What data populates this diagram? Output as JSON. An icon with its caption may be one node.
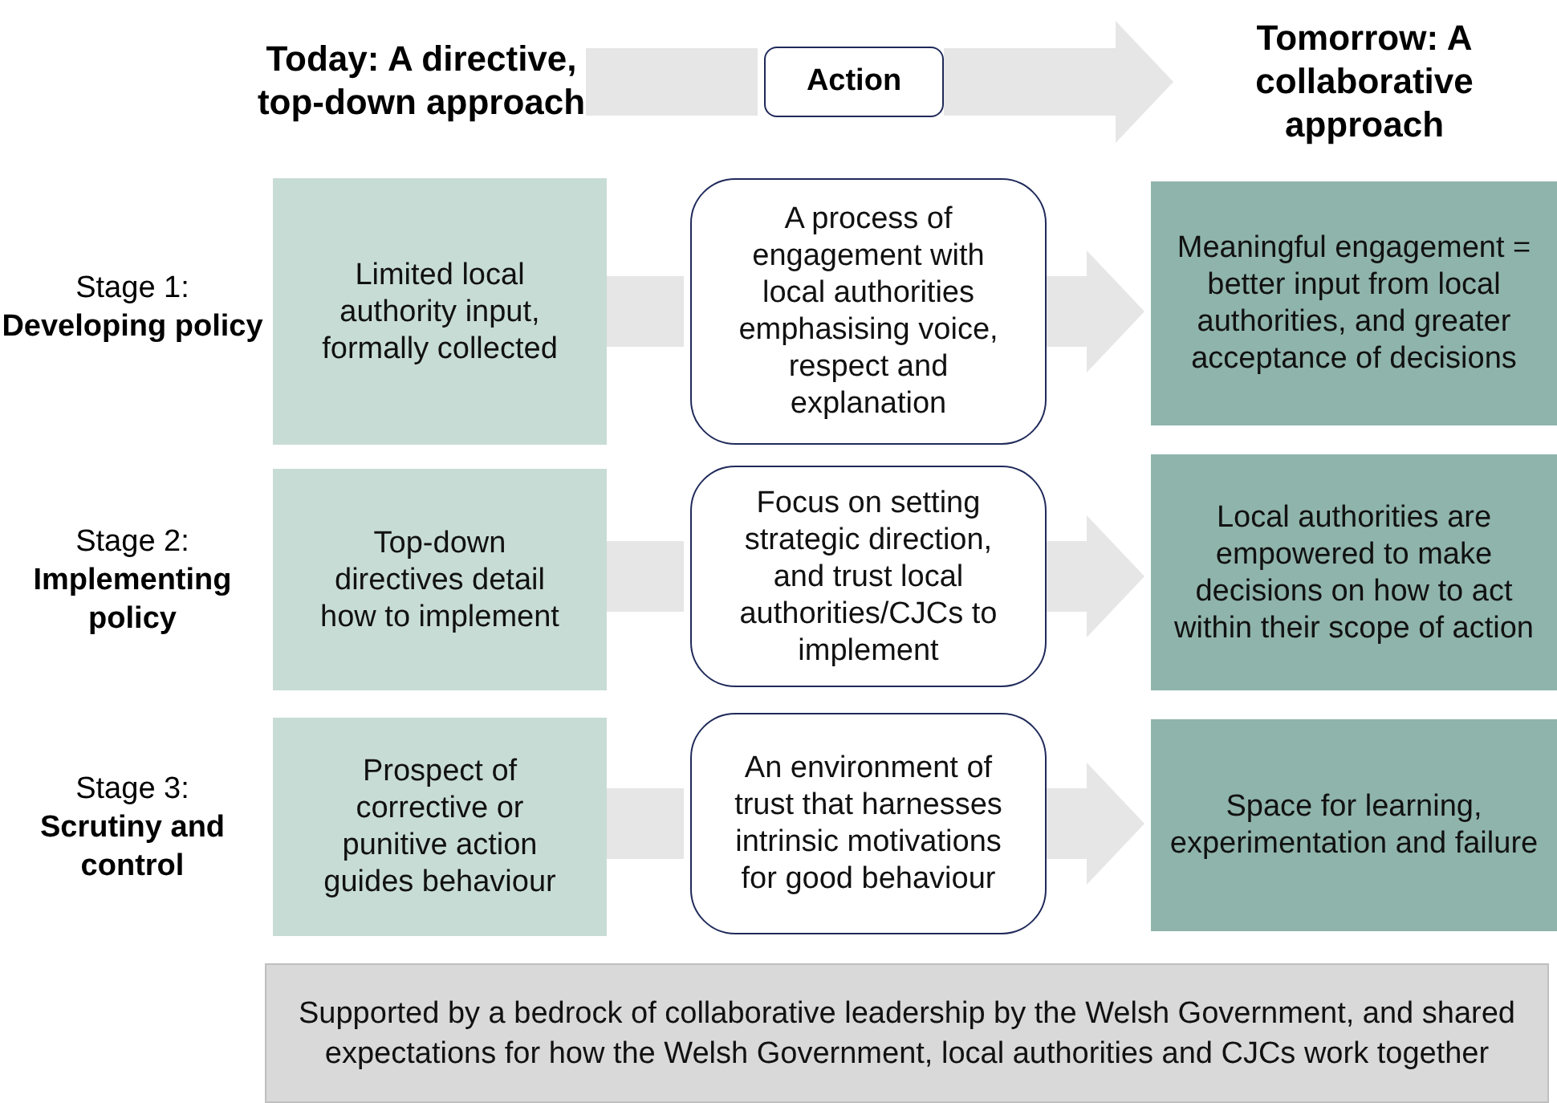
{
  "diagram": {
    "nodes": [
      {
        "text": [
          "Today: A directive, top-down approach"
        ]
      },
      {
        "text": [
          "Action"
        ]
      },
      {
        "text": [
          "Tomorrow: A collaborative approach"
        ]
      },
      {
        "text": [
          "Limited local authority input, formally collected"
        ]
      },
      {
        "text": [
          "A process of engagement with local authorities emphasising voice, respect and explanation"
        ]
      },
      {
        "text": [
          "Meaningful engagement = better input from local authorities, and greater acceptance of decisions"
        ]
      },
      {
        "text": [
          "Top-down directives detail how to implement"
        ]
      },
      {
        "text": [
          "Focus on setting strategic direction, and trust local authorities/CJCs to implement"
        ]
      },
      {
        "text": [
          "Local authorities are empowered to make decisions on how to act within their scope of action"
        ]
      },
      {
        "text": [
          "Prospect of corrective or punitive action guides behaviour"
        ]
      },
      {
        "text": [
          "An environment of trust that harnesses intrinsic motivations for good behaviour"
        ]
      },
      {
        "text": [
          "Space for learning, experimentation and failure"
        ]
      },
      {
        "text": [
          "Supported by a bedrock of collaborative leadership by the Welsh Government, and shared expectations for how the Welsh Government, local authorities and CJCs work together"
        ]
      }
    ],
    "edges": [
      {
        "from": 0,
        "to": 1,
        "arrow": "none"
      },
      {
        "from": 1,
        "to": 2,
        "arrow": "to"
      },
      {
        "from": 3,
        "to": 4,
        "arrow": "none"
      },
      {
        "from": 4,
        "to": 5,
        "arrow": "to"
      },
      {
        "from": 6,
        "to": 7,
        "arrow": "none"
      },
      {
        "from": 7,
        "to": 8,
        "arrow": "to"
      },
      {
        "from": 9,
        "to": 10,
        "arrow": "none"
      },
      {
        "from": 10,
        "to": 11,
        "arrow": "to"
      }
    ],
    "labels": [
      "Stage 1: **Developing policy**",
      "Stage 2: **Implementing policy**",
      "Stage 3: **Scrutiny and control**"
    ]
  }
}
